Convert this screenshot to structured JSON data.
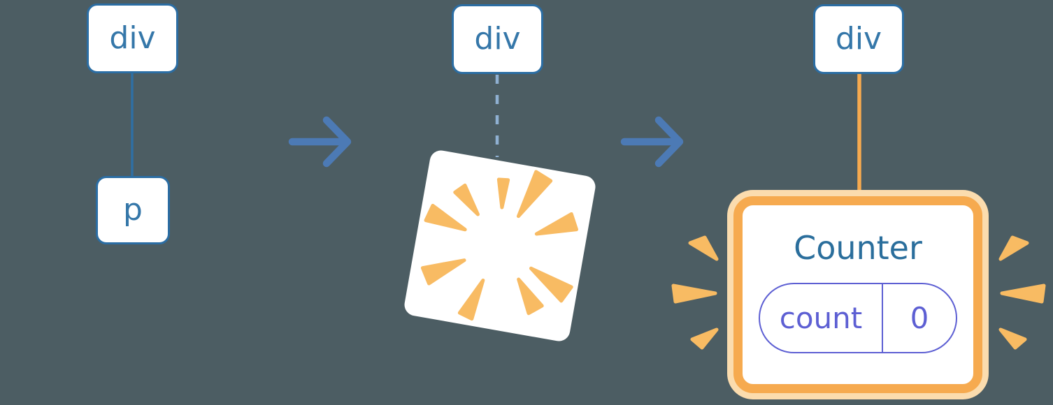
{
  "diagram": {
    "stage1": {
      "parent": "div",
      "child": "p"
    },
    "stage2": {
      "parent": "div"
    },
    "stage3": {
      "parent": "div",
      "component": {
        "title": "Counter",
        "state_key": "count",
        "state_value": "0"
      }
    }
  },
  "icons": {
    "arrow": "arrow-right",
    "burst": "poof-burst",
    "sparkle": "sparkle-rays"
  },
  "colors": {
    "background": "#4c5d63",
    "node-bg": "#ffffff",
    "node-border": "#2b6da3",
    "node-text": "#3577a9",
    "title-text": "#2a6e9c",
    "arrow": "#4c7ab5",
    "dashed-line": "#8fb0d2",
    "solid-line": "#2e6fa3",
    "orange": "#f6aa4f",
    "orange-light": "#f8bb63",
    "orange-halo": "#fbdcae",
    "purple": "#5d5fd3"
  }
}
